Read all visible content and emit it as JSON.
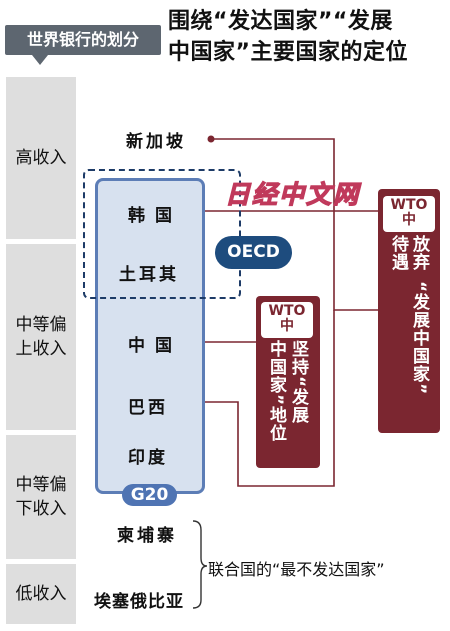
{
  "header": {
    "world_bank_tag": "世界银行的划分",
    "title_line1": "围绕“发达国家”“发展",
    "title_line2": "中国家”主要国家的定位"
  },
  "income_bands": [
    {
      "label_line1": "高收入",
      "label_line2": ""
    },
    {
      "label_line1": "中等偏",
      "label_line2": "上收入"
    },
    {
      "label_line1": "中等偏",
      "label_line2": "下收入"
    },
    {
      "label_line1": "低收入",
      "label_line2": ""
    }
  ],
  "countries": {
    "singapore": "新加坡",
    "korea": "韩国",
    "turkey": "土耳其",
    "china": "中国",
    "brazil": "巴西",
    "india": "印度",
    "cambodia": "柬埔寨",
    "ethiopia": "埃塞俄比亚"
  },
  "groups": {
    "oecd": "OECD",
    "g20": "G20",
    "un_ldc": "联合国的“最不发达国家”"
  },
  "wto_give_up": {
    "badge_line1": "WTO",
    "badge_line2": "中",
    "col_a": "待遇",
    "col_b": "放弃",
    "col_c": "“发展中国家”"
  },
  "wto_keep": {
    "badge_line1": "WTO",
    "badge_line2": "中",
    "col_a": "中国家”地位",
    "col_b": "坚持“发展"
  },
  "watermark": "日经中文网",
  "colors": {
    "dark_red": "#7b2630",
    "g20_blue": "#4f74b3",
    "oecd_navy": "#1e4c7e",
    "band_gray": "#dedede",
    "tag_gray": "#5d6670"
  }
}
